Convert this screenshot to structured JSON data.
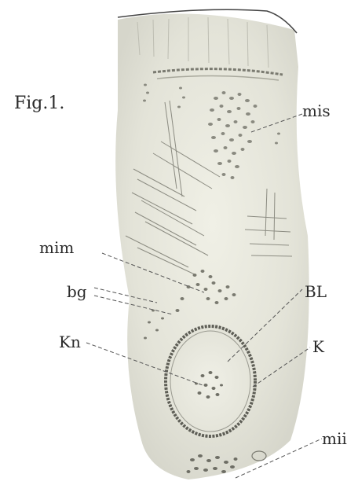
{
  "figure": {
    "title": "Fig.1.",
    "labels": {
      "mis": "mis",
      "mim": "mim",
      "bg": "bg",
      "bl": "BL",
      "kn": "Kn",
      "k": "K",
      "mii": "mii"
    }
  }
}
